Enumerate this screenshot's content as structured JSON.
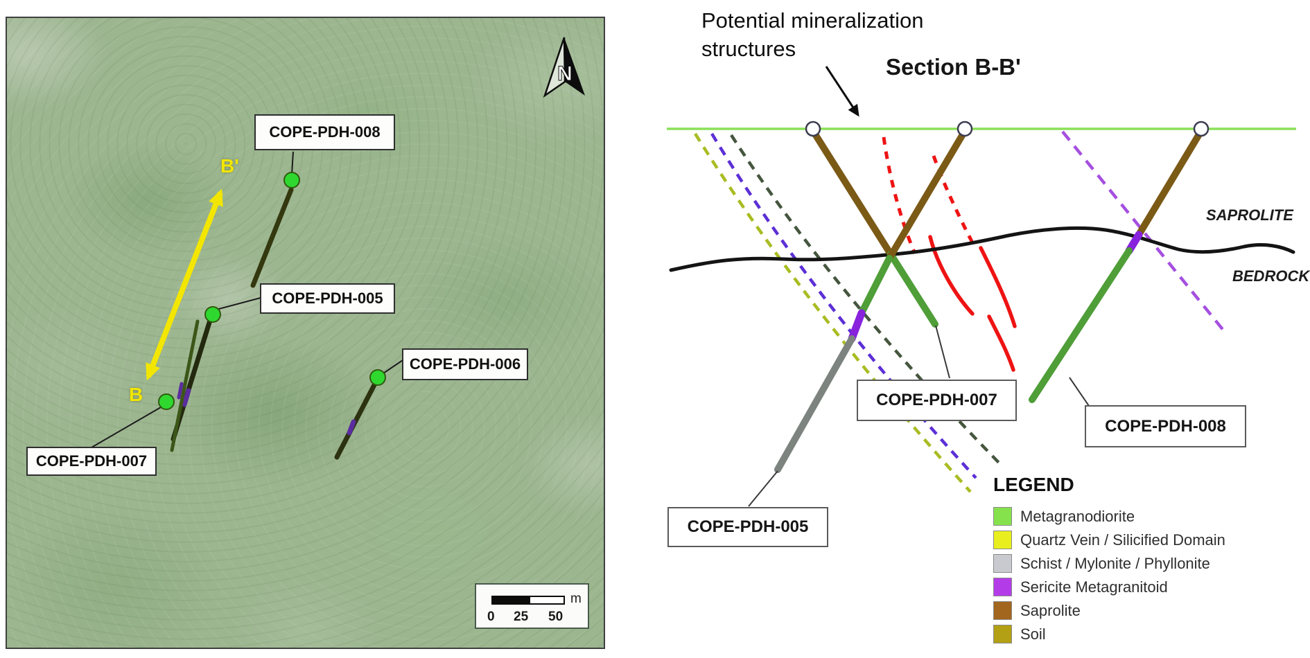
{
  "map": {
    "north_label": "N",
    "section_line": {
      "start_label": "B",
      "end_label": "B'"
    },
    "hole_labels": {
      "pdh008": "COPE-PDH-008",
      "pdh005": "COPE-PDH-005",
      "pdh006": "COPE-PDH-006",
      "pdh007": "COPE-PDH-007"
    },
    "scale_bar": {
      "tick0": "0",
      "tick1": "25",
      "tick2": "50",
      "unit": "m"
    }
  },
  "section": {
    "annotation_line1": "Potential mineralization",
    "annotation_line2": "structures",
    "title": "Section B-B'",
    "saprolite_label": "SAPROLITE",
    "bedrock_label": "BEDROCK",
    "hole_labels": {
      "pdh007": "COPE-PDH-007",
      "pdh005": "COPE-PDH-005",
      "pdh008": "COPE-PDH-008"
    }
  },
  "legend": {
    "title": "LEGEND",
    "items": [
      {
        "label": "Metagranodiorite",
        "color": "#86e24c"
      },
      {
        "label": "Quartz Vein / Silicified Domain",
        "color": "#e9ef1e"
      },
      {
        "label": "Schist / Mylonite / Phyllonite",
        "color": "#c9cad0"
      },
      {
        "label": "Sericite Metagranitoid",
        "color": "#b43ce8"
      },
      {
        "label": "Saprolite",
        "color": "#a2661e"
      },
      {
        "label": "Soil",
        "color": "#b3a014"
      }
    ]
  },
  "colors": {
    "surface_line": "#8ae05a",
    "drill_saprolite": "#7b5a16",
    "drill_metagranodiorite": "#4f9e38",
    "drill_schist": "#7d837f",
    "drill_sericite": "#8822dd",
    "mineralization_structure": "#ee1313",
    "bedrock_line": "#141414",
    "dash_olive": "#a9bc22",
    "dash_purple": "#5c2fd6",
    "dash_dark": "#45563e",
    "dash_violet_right": "#a54fe0",
    "section_line_arrow": "#f3e600",
    "collar_dot": "#2fd82f"
  }
}
